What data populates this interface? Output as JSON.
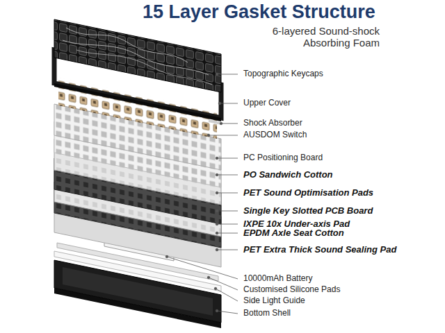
{
  "diagram": {
    "title": "15 Layer Gasket Structure",
    "labels": [
      "6-layered Sound-shock Absorbing Foam",
      "Topographic Keycaps",
      "Upper Cover",
      "Shock Absorber",
      "AUSDOM Switch",
      "PC Positioning Board",
      "PO Sandwich Cotton",
      "PET Sound Optimisation Pads",
      "Single Key Slotted PCB Board",
      "IXPE 10x Under-axis Pad",
      "EPDM Axle Seat Cotton",
      "PET Extra Thick Sound Sealing Pad",
      "10000mAh Battery",
      "Customised Silicone Pads",
      "Side Light Guide",
      "Bottom Shell"
    ]
  }
}
